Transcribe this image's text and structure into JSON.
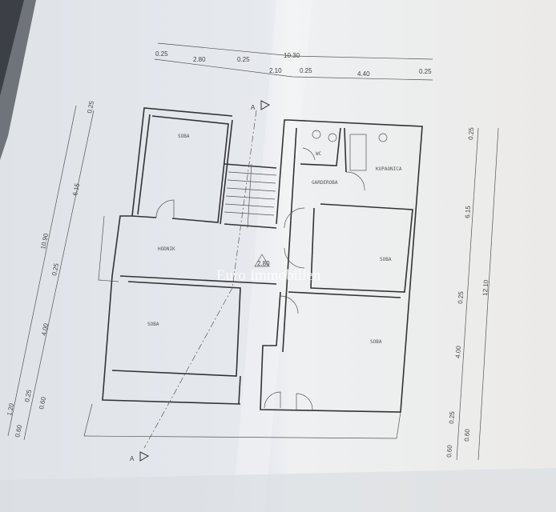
{
  "plan": {
    "rooms": {
      "soba_top_left": "SOBA",
      "wc": "WC",
      "kupaonica": "KUPAONICA",
      "garderoba": "GARDEROBA",
      "hodnik": "HODNIK",
      "soba_right_middle": "SOBA",
      "soba_bottom_left": "SOBA",
      "soba_bottom_right": "SOBA"
    },
    "level_mark": "2.80",
    "section_mark_top": "A",
    "section_mark_bottom": "A",
    "watermark": "Euro Immobilien"
  },
  "dimensions": {
    "top_total": "10.30",
    "top_segments": [
      "0.25",
      "2.80",
      "0.25",
      "2.10",
      "0.25",
      "4.40",
      "0.25"
    ],
    "left_total": "10.90",
    "left_extra": "1.20",
    "left_segments": [
      "0.25",
      "6.15",
      "0.25",
      "4.00",
      "0.25",
      "0.60",
      "0.60"
    ],
    "right_total": "12.10",
    "right_segments": [
      "0.25",
      "6.15",
      "0.25",
      "4.00",
      "0.25",
      "0.60",
      "0.60"
    ]
  },
  "colors": {
    "paper": "#e4e7eb",
    "ink": "#333333"
  }
}
